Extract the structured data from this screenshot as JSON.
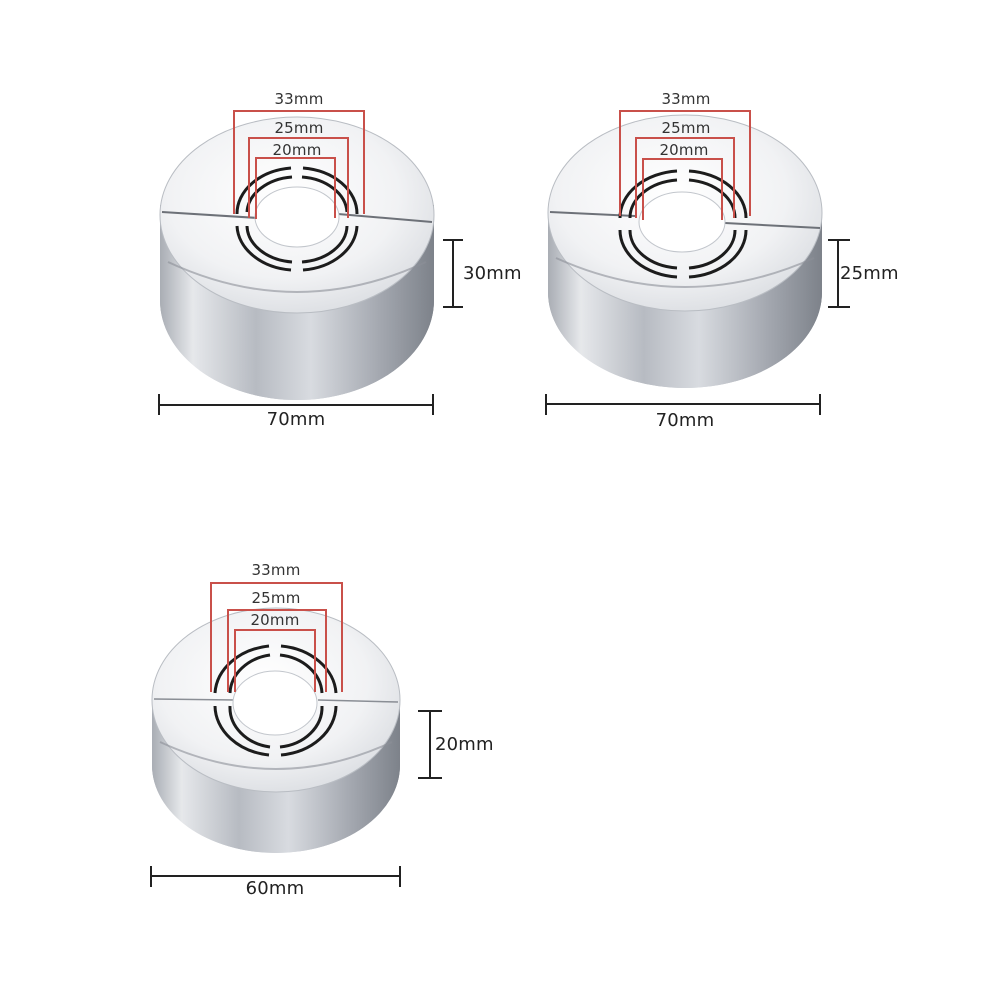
{
  "colors": {
    "background": "#ffffff",
    "dimension_line": "#222222",
    "hole_bracket": "#c9504a",
    "chrome_light": "#f4f5f7",
    "chrome_mid": "#c9ccd2",
    "chrome_dark": "#8e939b"
  },
  "products": [
    {
      "id": "cover-70x30",
      "hole_sizes": [
        "33mm",
        "25mm",
        "20mm"
      ],
      "height_label": "30mm",
      "width_label": "70mm"
    },
    {
      "id": "cover-70x25",
      "hole_sizes": [
        "33mm",
        "25mm",
        "20mm"
      ],
      "height_label": "25mm",
      "width_label": "70mm"
    },
    {
      "id": "cover-60x20",
      "hole_sizes": [
        "33mm",
        "25mm",
        "20mm"
      ],
      "height_label": "20mm",
      "width_label": "60mm"
    }
  ]
}
